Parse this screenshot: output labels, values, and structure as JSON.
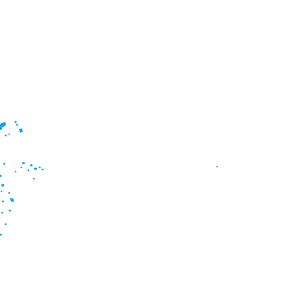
{
  "map": {
    "background_color": "#ffffff",
    "feature_color": "#1aa3db",
    "features": [
      {
        "id": "islet-1"
      },
      {
        "id": "islet-2"
      },
      {
        "id": "islet-3"
      },
      {
        "id": "islet-4"
      },
      {
        "id": "islet-5"
      },
      {
        "id": "islet-6"
      },
      {
        "id": "islet-7"
      },
      {
        "id": "islet-8"
      },
      {
        "id": "islet-9"
      },
      {
        "id": "islet-10"
      },
      {
        "id": "islet-11"
      },
      {
        "id": "islet-12"
      },
      {
        "id": "islet-13"
      },
      {
        "id": "islet-14"
      },
      {
        "id": "islet-15"
      },
      {
        "id": "islet-16"
      },
      {
        "id": "islet-17"
      },
      {
        "id": "islet-18"
      },
      {
        "id": "islet-19"
      },
      {
        "id": "islet-20"
      },
      {
        "id": "islet-21"
      },
      {
        "id": "islet-22"
      },
      {
        "id": "islet-23"
      },
      {
        "id": "islet-24"
      },
      {
        "id": "islet-25"
      },
      {
        "id": "islet-26"
      },
      {
        "id": "islet-27"
      },
      {
        "id": "islet-28"
      }
    ]
  }
}
